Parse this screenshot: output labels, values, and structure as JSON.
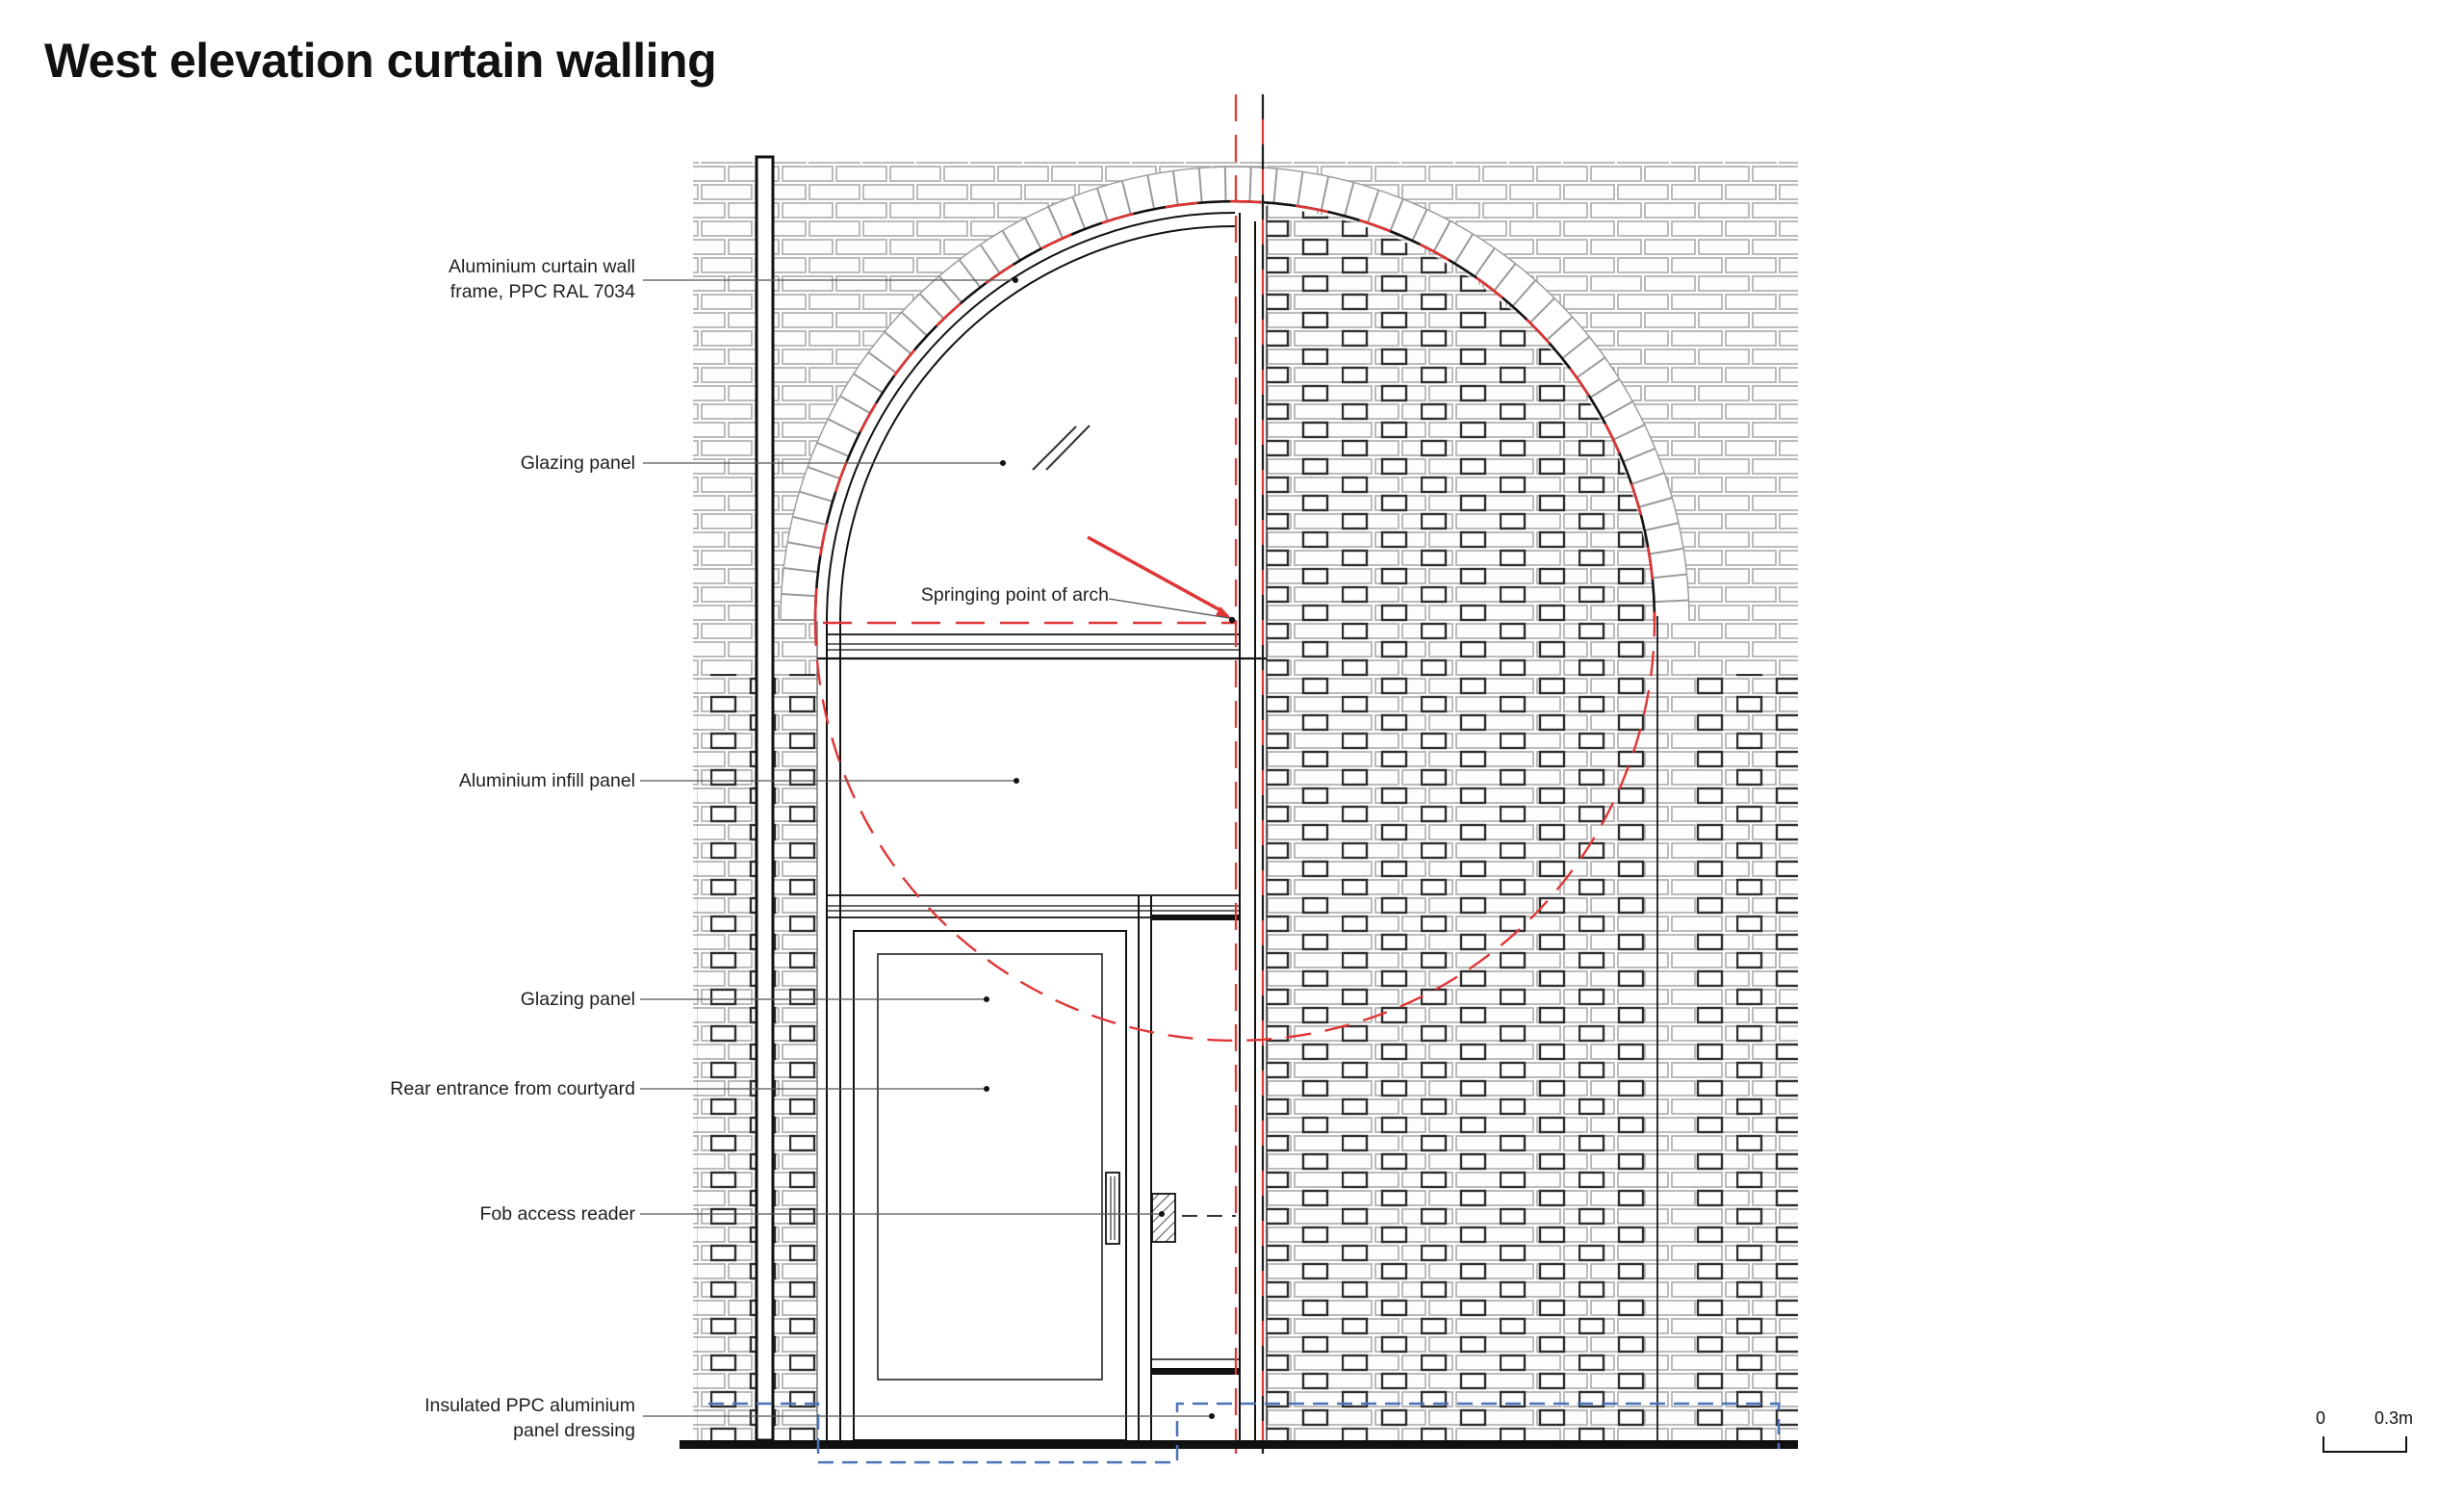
{
  "page": {
    "title": "West elevation curtain walling"
  },
  "drawing": {
    "annotations": [
      {
        "id": "curtain-wall-frame",
        "text": "Aluminium curtain wall\nframe, PPC RAL 7034"
      },
      {
        "id": "glazing-panel-upper",
        "text": "Glazing panel"
      },
      {
        "id": "springing-point",
        "text": "Springing point of arch"
      },
      {
        "id": "aluminium-infill-panel",
        "text": "Aluminium infill panel"
      },
      {
        "id": "glazing-panel-lower",
        "text": "Glazing panel"
      },
      {
        "id": "rear-entrance",
        "text": "Rear entrance from courtyard"
      },
      {
        "id": "fob-access-reader",
        "text": "Fob access reader"
      },
      {
        "id": "panel-dressing",
        "text": "Insulated PPC aluminium\npanel dressing"
      }
    ],
    "scale_bar": {
      "start_label": "0",
      "end_label": "0.3m"
    },
    "colors": {
      "setting_out_red": "#e03535",
      "dressing_guide_blue": "#4a72b8",
      "frame_black": "#111111",
      "brick_joint_grey": "#b4b4b4"
    }
  }
}
